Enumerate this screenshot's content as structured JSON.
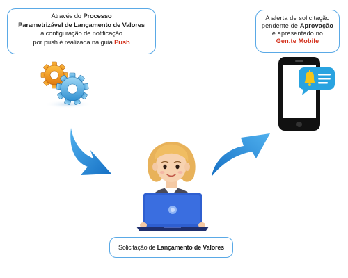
{
  "left_callout": {
    "line1_prefix": "Através do ",
    "line1_bold": "Processo",
    "line2_bold": "Parametrizável de Lançamento de Valores",
    "line3": "a configuração de notificação",
    "line4_prefix": "por push é realizada na guia ",
    "line4_accent": "Push"
  },
  "right_callout": {
    "line1": "A alerta de solicitação",
    "line2_prefix": "pendente de ",
    "line2_bold": "Aprovação",
    "line3": "é apresentado no",
    "line4_accent": "Gen.te Mobile"
  },
  "bottom_callout": {
    "prefix": "Solicitação de ",
    "bold": "Lançamento de Valores"
  },
  "icons": {
    "gears": "gears-icon",
    "phone": "smartphone-icon",
    "bell": "bell-notification-icon",
    "person": "user-with-laptop-icon"
  },
  "colors": {
    "callout_border": "#5aa9e6",
    "accent_text": "#d32f1a",
    "arrow": "#1e88d6",
    "gear_orange": "#f29a1d",
    "gear_blue": "#5cb6e8",
    "laptop": "#2f5fd0",
    "phone_body": "#111111",
    "bell_bubble": "#29a3e0",
    "bell": "#f5c518"
  }
}
